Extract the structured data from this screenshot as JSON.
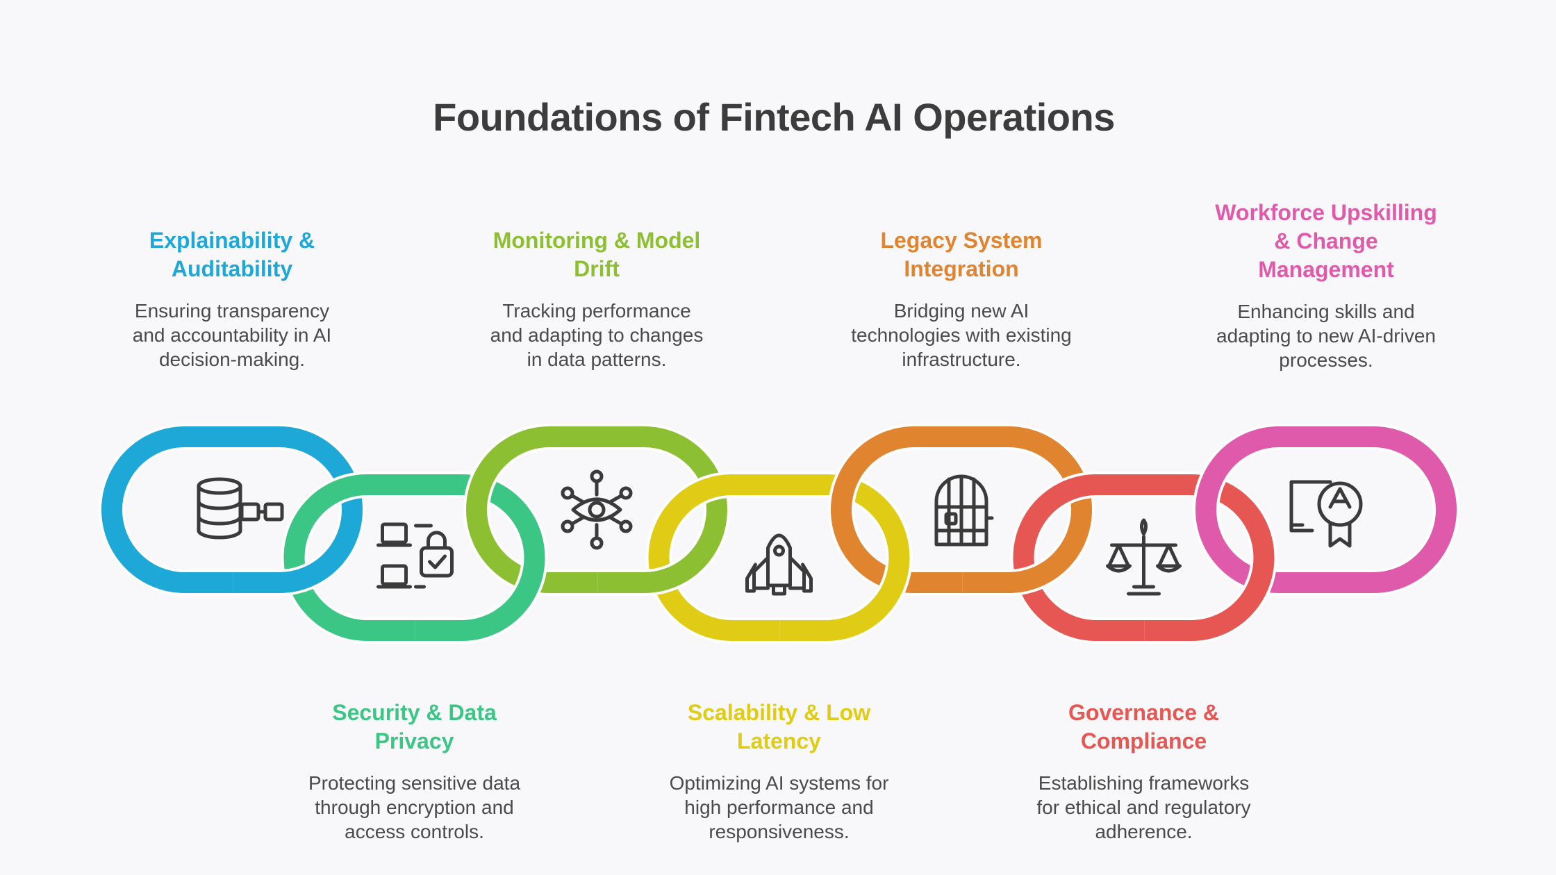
{
  "title": "Foundations of Fintech AI Operations",
  "steps": [
    {
      "title_lines": [
        "Explainability &",
        "Auditability"
      ],
      "desc_lines": [
        "Ensuring transparency",
        "and accountability in AI",
        "decision-making."
      ],
      "color": "#1ea8d8",
      "icon": "database-connection-icon"
    },
    {
      "title_lines": [
        "Security & Data",
        "Privacy"
      ],
      "desc_lines": [
        "Protecting sensitive data",
        "through encryption and",
        "access controls."
      ],
      "color": "#3cc686",
      "icon": "secure-laptops-icon"
    },
    {
      "title_lines": [
        "Monitoring & Model",
        "Drift"
      ],
      "desc_lines": [
        "Tracking performance",
        "and adapting to changes",
        "in data patterns."
      ],
      "color": "#8cbf32",
      "icon": "eye-network-icon"
    },
    {
      "title_lines": [
        "Scalability & Low",
        "Latency"
      ],
      "desc_lines": [
        "Optimizing AI systems for",
        "high performance and",
        "responsiveness."
      ],
      "color": "#e0cc14",
      "icon": "rocket-icon"
    },
    {
      "title_lines": [
        "Legacy System",
        "Integration"
      ],
      "desc_lines": [
        "Bridging new AI",
        "technologies with existing",
        "infrastructure."
      ],
      "color": "#e08430",
      "icon": "legacy-door-icon"
    },
    {
      "title_lines": [
        "Governance &",
        "Compliance"
      ],
      "desc_lines": [
        "Establishing frameworks",
        "for ethical and regulatory",
        "adherence."
      ],
      "color": "#e65652",
      "icon": "balance-scale-icon"
    },
    {
      "title_lines": [
        "Workforce Upskilling",
        "& Change",
        "Management"
      ],
      "desc_lines": [
        "Enhancing skills and",
        "adapting to new AI-driven",
        "processes."
      ],
      "color": "#e05aac",
      "icon": "certificate-icon"
    }
  ]
}
